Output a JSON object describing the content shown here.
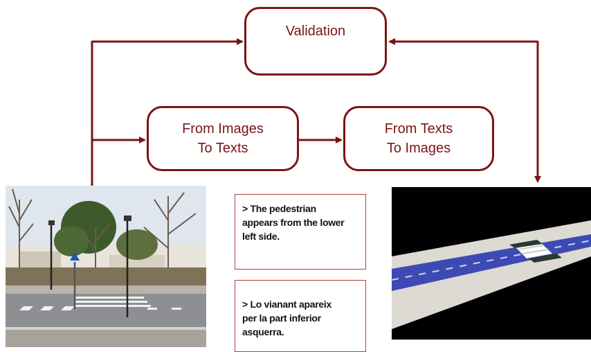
{
  "diagram": {
    "nodes": {
      "validation": "Validation",
      "images_to_texts": [
        "From Images",
        "To Texts"
      ],
      "texts_to_images": [
        "From Texts",
        "To Images"
      ]
    },
    "edges": [
      {
        "from": "left-loop",
        "to": "validation"
      },
      {
        "from": "left-loop",
        "to": "images_to_texts"
      },
      {
        "from": "images_to_texts",
        "to": "texts_to_images"
      },
      {
        "from": "right-loop",
        "to": "validation"
      },
      {
        "from": "right-loop",
        "to": "render-image"
      }
    ],
    "colors": {
      "accent": "#7a1414",
      "text_border": "#b04040"
    }
  },
  "text_boxes": {
    "english": [
      "> The pedestrian",
      "appears from the lower",
      "left side."
    ],
    "catalan": [
      "> Lo vianant apareix",
      "per la part inferior",
      "asquerra."
    ]
  }
}
